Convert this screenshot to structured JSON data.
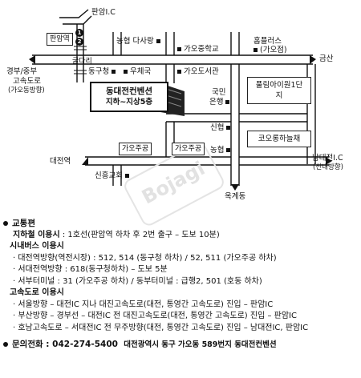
{
  "map": {
    "intersections": {
      "pangyo_ic": "판암I.C",
      "pangyo_station": "판암역",
      "gyeongbu": "경부/중부",
      "gosokdoro": "고속도로",
      "gajeong": "(가오동방향)",
      "geumsan": "금산",
      "daejeon_station": "대전역",
      "namdaejeon_ic": "남대전I.C",
      "sinnae": "(신내방향)",
      "okgye": "옥계동",
      "guldari": "굴다리"
    },
    "pois": {
      "nonghyup_daisso": "농협 다사랑",
      "gao_middle": "가오중학교",
      "homeplus": "홈플러스",
      "homeplus_sub": "(가오점)",
      "donggu_office": "동구청",
      "post_office": "우체국",
      "library": "가오도서관",
      "kookmin1": "국민",
      "kookmin2": "은행",
      "shinhyup": "신협",
      "nonghyup2": "농협",
      "shinheung_church": "신흥교회",
      "gaojugong_1": "가오주공",
      "gaojugong_2": "가오주공",
      "purim": "풀림아이원1단지",
      "kolon": "코오롱하늘채"
    },
    "venue": {
      "name": "동대전컨벤션",
      "floors": "지하~지상5층"
    },
    "numbers": [
      "1",
      "2"
    ],
    "watermark": "Bojagi"
  },
  "info": {
    "transport_title": "교통편",
    "subway_label": "지하철 이용시",
    "subway_text": " : 1호선(판암역 하차 후 2번 출구 – 도보 10분)",
    "bus_title": "시내버스 이용시",
    "bus_lines": [
      "· 대전역방향(역전시장) : 512, 514 (동구청 하차) / 52, 511 (가오주공 하차)",
      "· 서대전역방향 : 618(동구청하차) – 도보 5분",
      "· 서부터미널 : 31 (가오주공 하차) / 동부터미널 : 급행2, 501 (호동 하차)"
    ],
    "highway_title": "고속도로 이용시",
    "highway_lines": [
      "· 서울방향 – 대전IC 지나 대진고속도로(대전, 통영간 고속도로) 진입 – 판암IC",
      "· 부산방향 – 경부선 – 대전IC 전 대진고속도로(대전, 통영간 고속도로) 진입 – 판암IC",
      "· 호남고속도로 – 서대전IC 전 무주방향(대전, 통영간 고속도로) 진입 – 남대전IC, 판암IC"
    ],
    "contact_label": "문의전화 : ",
    "contact_phone": "042-274-5400",
    "contact_address": "대전광역시 동구 가오동 589번지 동대전컨벤션"
  }
}
